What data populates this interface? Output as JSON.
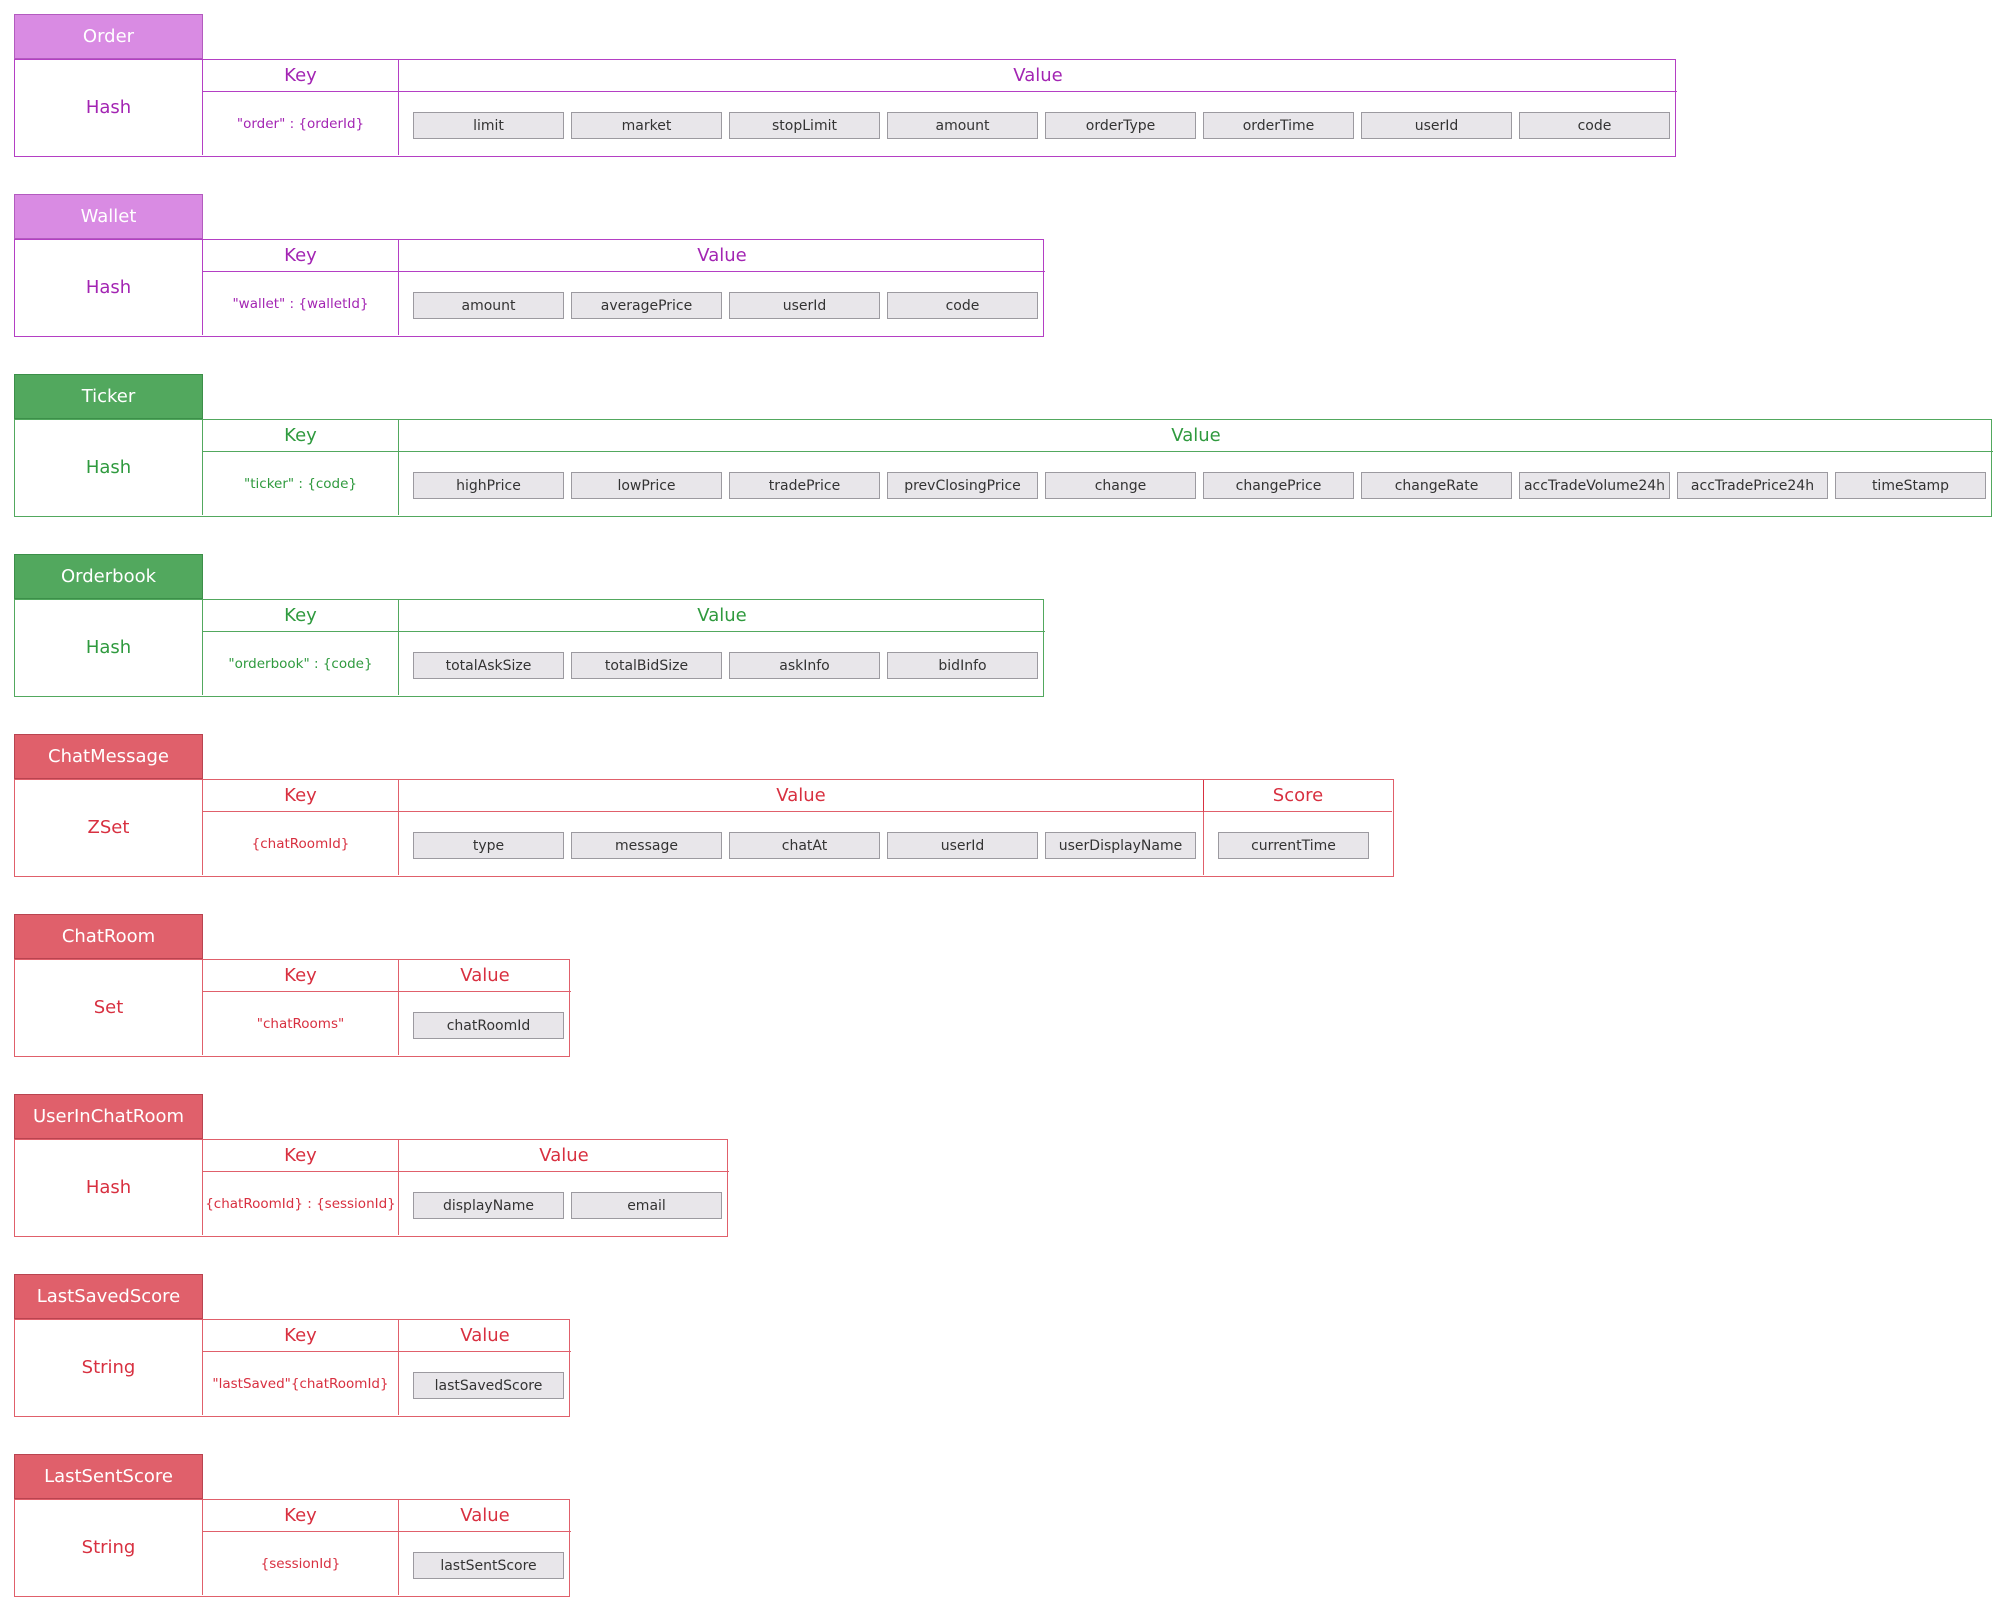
{
  "entities": [
    {
      "id": "order",
      "name": "Order",
      "theme": "purple",
      "type": "Hash",
      "key_header": "Key",
      "key": "\"order\" : {orderId}",
      "value_header": "Value",
      "fields": [
        "limit",
        "market",
        "stopLimit",
        "amount",
        "orderType",
        "orderTime",
        "userId",
        "code"
      ]
    },
    {
      "id": "wallet",
      "name": "Wallet",
      "theme": "purple",
      "type": "Hash",
      "key_header": "Key",
      "key": "\"wallet\" : {walletId}",
      "value_header": "Value",
      "fields": [
        "amount",
        "averagePrice",
        "userId",
        "code"
      ]
    },
    {
      "id": "ticker",
      "name": "Ticker",
      "theme": "green",
      "type": "Hash",
      "key_header": "Key",
      "key": "\"ticker\" : {code}",
      "value_header": "Value",
      "fields": [
        "highPrice",
        "lowPrice",
        "tradePrice",
        "prevClosingPrice",
        "change",
        "changePrice",
        "changeRate",
        "accTradeVolume24h",
        "accTradePrice24h",
        "timeStamp"
      ]
    },
    {
      "id": "orderbook",
      "name": "Orderbook",
      "theme": "green",
      "type": "Hash",
      "key_header": "Key",
      "key": "\"orderbook\" : {code}",
      "value_header": "Value",
      "fields": [
        "totalAskSize",
        "totalBidSize",
        "askInfo",
        "bidInfo"
      ]
    },
    {
      "id": "chat-message",
      "name": "ChatMessage",
      "theme": "red",
      "type": "ZSet",
      "key_header": "Key",
      "key": "{chatRoomId}",
      "value_header": "Value",
      "fields": [
        "type",
        "message",
        "chatAt",
        "userId",
        "userDisplayName"
      ],
      "score_header": "Score",
      "score_fields": [
        "currentTime"
      ]
    },
    {
      "id": "chat-room",
      "name": "ChatRoom",
      "theme": "red",
      "type": "Set",
      "key_header": "Key",
      "key": "\"chatRooms\"",
      "value_header": "Value",
      "fields": [
        "chatRoomId"
      ]
    },
    {
      "id": "user-in-chat-room",
      "name": "UserInChatRoom",
      "theme": "red",
      "type": "Hash",
      "key_header": "Key",
      "key": "{chatRoomId} : {sessionId}",
      "value_header": "Value",
      "fields": [
        "displayName",
        "email"
      ]
    },
    {
      "id": "last-saved-score",
      "name": "LastSavedScore",
      "theme": "red",
      "type": "String",
      "key_header": "Key",
      "key": "\"lastSaved\"{chatRoomId}",
      "value_header": "Value",
      "fields": [
        "lastSavedScore"
      ]
    },
    {
      "id": "last-sent-score",
      "name": "LastSentScore",
      "theme": "red",
      "type": "String",
      "key_header": "Key",
      "key": "{sessionId}",
      "value_header": "Value",
      "fields": [
        "lastSentScore"
      ]
    }
  ]
}
